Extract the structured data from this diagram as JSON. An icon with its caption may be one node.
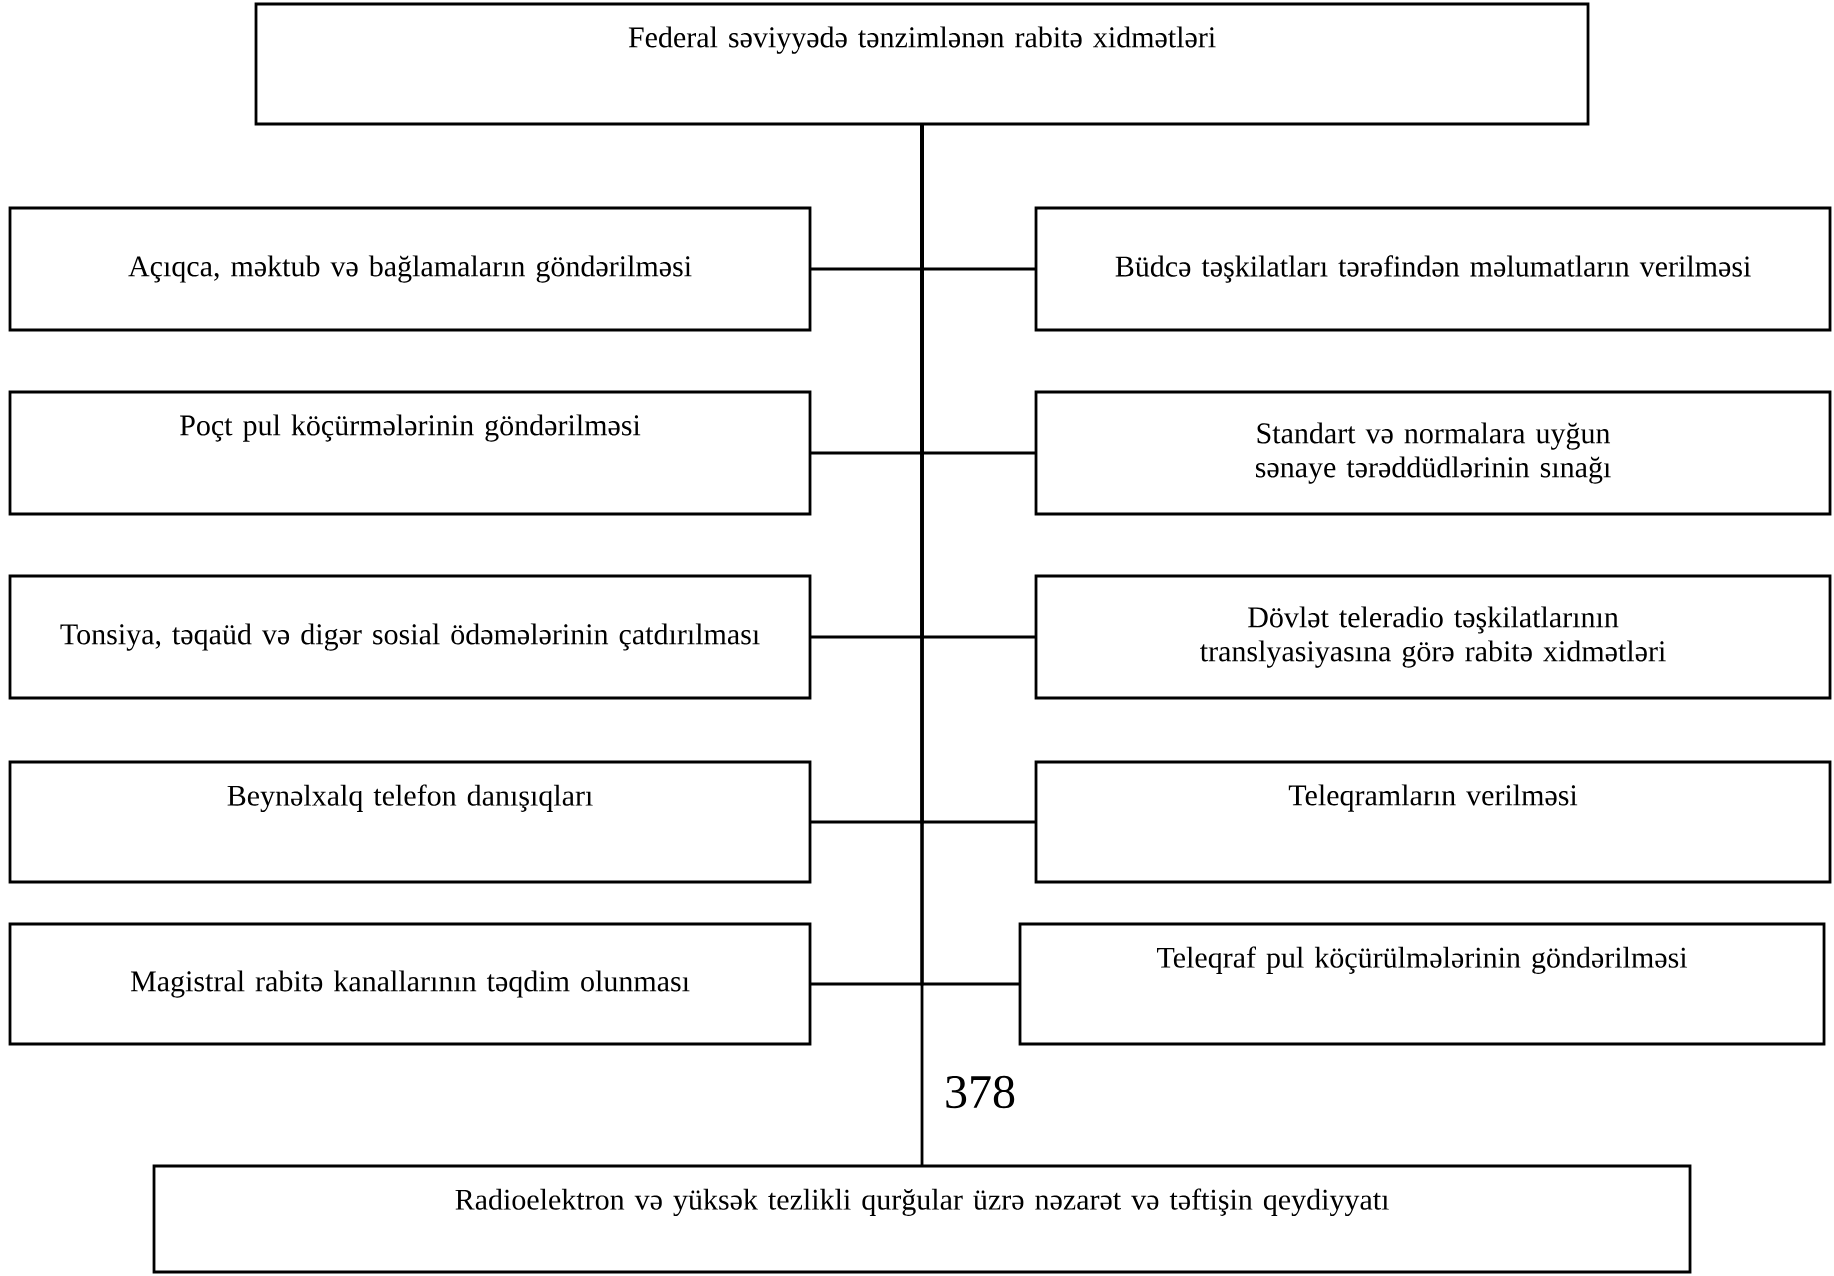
{
  "diagram": {
    "nodes": [
      {
        "text": [
          "Federal səviyyədə tənzimlənən rabitə xidmətləri"
        ]
      },
      {
        "text": [
          "Açıqca, məktub və bağlamaların göndərilməsi"
        ]
      },
      {
        "text": [
          "Büdcə təşkilatları tərəfindən məlumatların verilməsi"
        ]
      },
      {
        "text": [
          "Poçt pul köçürmələrinin göndərilməsi"
        ]
      },
      {
        "text": [
          "Standart və normalara uyğun sənaye tərəddüdlərinin sınağı"
        ]
      },
      {
        "text": [
          "Tonsiya, təqaüd və digər sosial ödəmələrinin çatdırılması"
        ]
      },
      {
        "text": [
          "Dövlət teleradio təşkilatlarının translyasiyasına görə rabitə xidmətləri"
        ]
      },
      {
        "text": [
          "Beynəlxalq telefon danışıqları"
        ]
      },
      {
        "text": [
          "Teleqramların verilməsi"
        ]
      },
      {
        "text": [
          "Magistral rabitə kanallarının təqdim olunması"
        ]
      },
      {
        "text": [
          "Teleqraf pul köçürülmələrinin göndərilməsi"
        ]
      },
      {
        "text": [
          "Radioelektron və yüksək tezlikli qurğular üzrə nəzarət və təftişin qeydiyyatı"
        ]
      }
    ],
    "edges": [
      {
        "from": 0,
        "to": 1,
        "arrow": "none"
      },
      {
        "from": 0,
        "to": 2,
        "arrow": "none"
      },
      {
        "from": 0,
        "to": 3,
        "arrow": "none"
      },
      {
        "from": 0,
        "to": 4,
        "arrow": "none"
      },
      {
        "from": 0,
        "to": 5,
        "arrow": "none"
      },
      {
        "from": 0,
        "to": 6,
        "arrow": "none"
      },
      {
        "from": 0,
        "to": 7,
        "arrow": "none"
      },
      {
        "from": 0,
        "to": 8,
        "arrow": "none"
      },
      {
        "from": 0,
        "to": 9,
        "arrow": "none"
      },
      {
        "from": 0,
        "to": 10,
        "arrow": "none"
      },
      {
        "from": 0,
        "to": 11,
        "arrow": "none"
      }
    ],
    "labels": [
      "378"
    ]
  }
}
